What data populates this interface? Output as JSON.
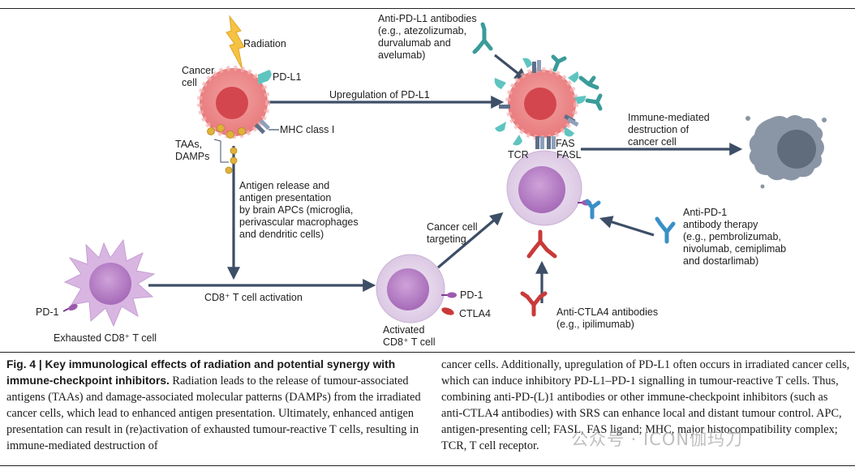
{
  "figure": {
    "labels": {
      "radiation": "Radiation",
      "cancer_cell": "Cancer\ncell",
      "pdl1": "PD-L1",
      "mhc_class_i": "MHC class I",
      "taas_damps": "TAAs,\nDAMPs",
      "upregulation": "Upregulation of PD-L1",
      "anti_pdl1_antibodies": "Anti-PD-L1 antibodies\n(e.g., atezolizumab,\ndurvalumab and\navelumab)",
      "immune_destruction": "Immune-mediated\ndestruction of\ncancer cell",
      "tcr": "TCR",
      "fas": "FAS",
      "fasl": "FASL",
      "antigen_release": "Antigen release and\nantigen presentation\nby brain APCs (microglia,\nperivascular macrophages\nand dendritic cells)",
      "cancer_cell_targeting": "Cancer cell\ntargeting",
      "anti_pd1_therapy": "Anti-PD-1\nantibody therapy\n(e.g., pembrolizumab,\nnivolumab, cemiplimab\nand dostarlimab)",
      "pd1_exhausted": "PD-1",
      "exhausted_cell": "Exhausted CD8⁺ T cell",
      "cd8_activation": "CD8⁺ T cell activation",
      "pd1_activated": "PD-1",
      "ctla4": "CTLA4",
      "activated_cell": "Activated\nCD8⁺ T cell",
      "anti_ctla4": "Anti-CTLA4 antibodies\n(e.g., ipilimumab)"
    },
    "colors": {
      "cancer_cell": "#e8777a",
      "cancer_nucleus": "#d4464e",
      "t_cell": "#dcc4e3",
      "t_nucleus": "#b480c4",
      "arrow": "#3d4e66",
      "pdl1_teal": "#5fc4c0",
      "antibody_blue": "#3a8fc7",
      "ctla4_red": "#c93a3a",
      "dead_cell": "#8a96a6",
      "lightning": "#f5c242",
      "antigen_dot": "#e0b23a"
    }
  },
  "caption": {
    "title": "Fig. 4 | Key immunological effects of radiation and potential synergy with immune-checkpoint inhibitors.",
    "body_left": " Radiation leads to the release of tumour-associated antigens (TAAs) and damage-associated molecular patterns (DAMPs) from the irradiated cancer cells, which lead to enhanced antigen presentation. Ultimately, enhanced antigen presentation can result in (re)activation of exhausted tumour-reactive T cells, resulting in immune-mediated destruction of",
    "body_right": "cancer cells. Additionally, upregulation of PD-L1 often occurs in irradiated cancer cells, which can induce inhibitory PD-L1–PD-1 signalling in tumour-reactive T cells. Thus, combining anti-PD-(L)1 antibodies or other immune-checkpoint inhibitors (such as anti-CTLA4 antibodies) with SRS can enhance local and distant tumour control. APC, antigen-presenting cell; FASL, FAS ligand; MHC, major histocompatibility complex; TCR, T cell receptor."
  },
  "watermark": "公众号 · ICON伽玛刀"
}
